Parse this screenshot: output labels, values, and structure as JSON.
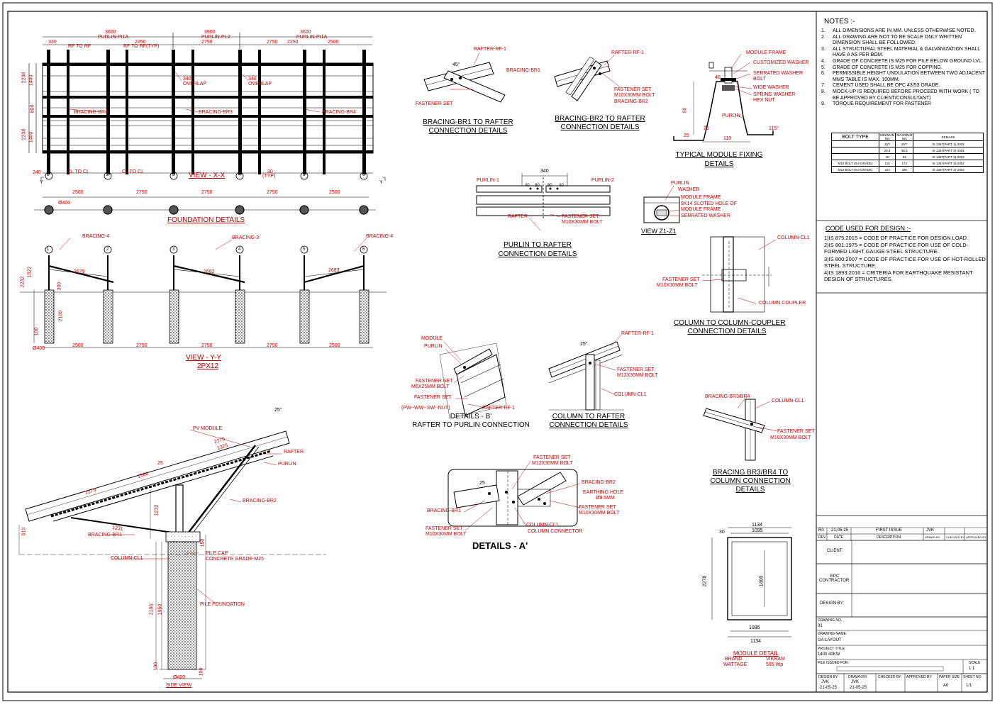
{
  "drawing": {
    "view_xx": {
      "title": "VIEW - X-X",
      "top_dims": [
        "3600",
        "3900",
        "3600"
      ],
      "top_labels": [
        "PURLIN-PI1A",
        "PURLIN-PI-2",
        "PURLIN-PI1A"
      ],
      "sub_dims": [
        "320",
        "2250",
        "2750",
        "2750",
        "2250",
        "2500"
      ],
      "sub_labels": [
        "RF TO RF",
        "RF TO RF(TYP)"
      ],
      "overlap": [
        "340",
        "OVERLAP",
        "340",
        "OVERLAP"
      ],
      "bracing": [
        "BRACING-BR4",
        "BRACING-BR3",
        "BRACING-BR4"
      ],
      "left_dims": [
        "2238",
        "1400",
        "800",
        "2238",
        "1400"
      ],
      "bottom": [
        "CL TO CL",
        "CL TO CL",
        "30",
        "(TYP)",
        "240"
      ],
      "grid": [
        "1",
        "2",
        "3",
        "4",
        "5",
        "6"
      ],
      "y_marker": "Y"
    },
    "foundation": {
      "title": "FOUNDATION DETAILS",
      "dims": [
        "2500",
        "2750",
        "2750",
        "2750",
        "2500"
      ],
      "dia": "Ø400"
    },
    "view_yy": {
      "title": "VIEW - Y-Y",
      "subtitle": "2PX12",
      "bracing": [
        "BRACING-4",
        "BRACING-3",
        "BRACING-4"
      ],
      "lengths": [
        "2679",
        "2682",
        "2683"
      ],
      "dims": [
        "2500",
        "2750",
        "2750",
        "2750",
        "2500"
      ],
      "left_dims": [
        "2232",
        "1522",
        "300",
        "2100",
        "100"
      ],
      "dia": "Ø400",
      "grid": [
        "1",
        "2",
        "3",
        "4",
        "5",
        "6"
      ]
    },
    "side_view": {
      "title": "SIDE VIEW",
      "labels": [
        "PV MODULE",
        "RAFTER",
        "PURLIN",
        "BRACING-BR2",
        "BRACING-BR1",
        "COLUMN-CL1",
        "PILE CAP",
        "CONCRETE GRADE-M25",
        "PILE FOUNDATION"
      ],
      "dims": [
        "2275",
        "1325",
        "1560",
        "1232",
        "1231",
        "2100",
        "1950",
        "Ø400",
        "513",
        "2275",
        "100",
        "100",
        "150",
        "25"
      ],
      "angle": "25°"
    },
    "br1_detail": {
      "title": [
        "BRACING-BR1 TO RAFTER",
        "CONNECTION DETAILS"
      ],
      "labels": [
        "RAFTER-RF-1",
        "BRACING-BR1",
        "FASTENER SET"
      ],
      "angle": "45°"
    },
    "br2_detail": {
      "title": [
        "BRACING-BR2 TO RAFTER",
        "CONNECTION DETAILS"
      ],
      "labels": [
        "RAFTER-RF-1",
        "FASTENER SET",
        "M10X30MM BOLT",
        "BRACING-BR2"
      ]
    },
    "module_fixing": {
      "title": [
        "TYPICAL MODULE FIXING",
        "DETAILS"
      ],
      "labels": [
        "MODULE FRAME",
        "CUSTOMIZED WASHER",
        "SERRATED WASHER",
        "BOLT",
        "WIDE WASHER",
        "SPRING WASHER",
        "HEX NUT",
        "PURLIN"
      ],
      "dims": [
        "40",
        "90",
        "110",
        "25",
        "115°",
        "25"
      ]
    },
    "purlin_rafter": {
      "title": [
        "PURLIN TO RAFTER",
        "CONNECTION DETAILS"
      ],
      "labels": [
        "PURLIN-1",
        "PURLIN-2",
        "RAFTER",
        "FASTENER SET",
        "M10X30MM BOLT"
      ],
      "dims": [
        "340",
        "40",
        "80",
        "80",
        "40"
      ]
    },
    "view_z1": {
      "title": "VIEW Z1-Z1",
      "labels": [
        "PURLIN",
        "WASHER",
        "MODULE FRAME",
        "9X14 SLOTED HOLE OF",
        "MODULE FRAME",
        "SERRATED WASHER"
      ]
    },
    "col_coupler": {
      "title": [
        "COLUMN TO COLUMN-COUPLER",
        "CONNECTION DETAILS"
      ],
      "labels": [
        "COLUMN-CL1",
        "FASTENER SET",
        "M10X30MM BOLT",
        "COLUMN COUPLER"
      ]
    },
    "detail_b": {
      "title": [
        "DETAILS - B'",
        "RAFTER TO PURLIN CONNECTION"
      ],
      "labels": [
        "MODULE",
        "PURLIN",
        "FASTENER SET",
        "M6X25MM BOLT",
        "FASTENER SET",
        "(PW--WW--SW--NUT)",
        "RAFTER-RF-1"
      ]
    },
    "col_rafter": {
      "title": [
        "COLUMN TO RAFTER",
        "CONNECTION DETAILS"
      ],
      "labels": [
        "RAFTER-RF-1",
        "FASTENER SET",
        "M12X30MM BOLT",
        "COLUMN-CL1"
      ],
      "angle": "25°"
    },
    "br34_detail": {
      "title": [
        "BRACING BR3/BR4 TO",
        "COLUMN CONNECTION",
        "DETAILS"
      ],
      "labels": [
        "BRACING-BR3/BR4",
        "COLUMN-CL1",
        "FASTENER SET",
        "M10X30MM BOLT"
      ]
    },
    "detail_a": {
      "title": "DETAILS - A'",
      "labels": [
        "FASTENER SET",
        "M12X30MM BOLT",
        "BRACING-BR2",
        "EARTHING HOLE",
        "Ø9.5MM",
        "FASTENER SET",
        "M10X30MM BOLT",
        "BRACING-BR1",
        "FASTENER SET",
        "M10X30MM BOLT",
        "COLUMN-CL1",
        "COLUMN CONNECTOR"
      ],
      "dims": [
        "25"
      ]
    },
    "module_detail": {
      "title": "MODULE DETAIL",
      "dims": [
        "1134",
        "1095",
        "30",
        "2278",
        "1400",
        "1095",
        "1134"
      ],
      "brand_label": "BRAND",
      "brand_value": "VIKRAM",
      "wattage_label": "WATTAGE",
      "wattage_value": "595 Wp"
    }
  },
  "notes": {
    "heading": "NOTES :-",
    "items": [
      {
        "n": "1.",
        "text": "ALL DIMENSIONS ARE IN MM. UNLESS OTHERWISE NOTED."
      },
      {
        "n": "2.",
        "text": "ALL DRAWING ARE NOT TO BE SCALE ONLY WRITTEN DIMENSION SHALL BE FOLLOWED."
      },
      {
        "n": "3.",
        "text": "ALL STRUCTURAL STEEL MATERIAL & GALVANIZATION SHALL HAVE A AS PER BOM."
      },
      {
        "n": "4.",
        "text": "GRADE OF CONCRETE IS M25 FOR PILE BELOW GROUND LVL."
      },
      {
        "n": "5.",
        "text": "GRADE OF CONCRETE IS M25 FOR COPPING."
      },
      {
        "n": "6.",
        "text": "PERMISSIBLE HEIGHT UNDULATION BETWEEN TWO ADJACENT MMS TABLE IS MAX. 100MM."
      },
      {
        "n": "7.",
        "text": "CEMENT USED SHALL BE OPC 43/53 GRADE."
      },
      {
        "n": "8.",
        "text": "MOCK-UP IS REQUIRED BEFORE PROCEED WITH WORK ( TO BE APPROVED BY CLIENT/CONSULTANT)"
      },
      {
        "n": "9.",
        "text": "TORQUE REQUIREMENT FOR FASTENER"
      }
    ]
  },
  "bolt_table": {
    "headers": [
      "BOLT TYPE",
      "MINIMUM Nm",
      "MAXIMUM Nm",
      "REMARK"
    ],
    "rows": [
      [
        "",
        "10**",
        "20**",
        "IS 1367(PART 1)-2002"
      ],
      [
        "",
        "25.4",
        "38.5",
        "IS 1367(PART 3)-2002"
      ],
      [
        "",
        "46",
        "69",
        "IS 1367(PART 3)-2002"
      ],
      [
        "M10 BOLT (8.8 GRADE)",
        "115",
        "173",
        "IS 1367(PART 3)-2002"
      ],
      [
        "M12 BOLT (8.8 GRADE)",
        "224",
        "336",
        "IS 1367(PART 3)-2002"
      ]
    ]
  },
  "code": {
    "heading": "CODE USED FOR DESIGN   :-",
    "items": [
      "1)IS 875:2015 = CODE OF PRACTICE FOR  DESIGN LOAD.",
      "2)IS 801:1975 = CODE OF PRACTICE FOR  USE OF COLD-FORMED LIGHT GAUGE STEEL STRUCTURE.",
      "3)IS 800:2007 = CODE OF PRACTICE FOR USE OF HOT-ROLLED STEEL STRUCTURE.",
      "4)IS 1893:2016 = CRITERIA FOR EARTHQUAKE RESISTANT DESIGN OF STRUCTURES."
    ]
  },
  "title_block": {
    "rev_row": [
      "R0",
      "21-05-25",
      "FIRST ISSUE",
      "JVK"
    ],
    "rev_headers": [
      "REV",
      "DATE",
      "DESCRIPTION",
      "DRAWN BY",
      "CHECKED BY",
      "APPROVED BY"
    ],
    "client_label": "CLIENT:",
    "epc_label": "EPC CONTRACTOR:",
    "design_label": "DESIGN BY:",
    "drawing_no_label": "DRAWING NO.",
    "drawing_no": "01",
    "drawing_name_label": "DRAWING NAME:",
    "drawing_name": "GA LAYOUT",
    "project_label": "PROJECT TITLE:",
    "project": "1400.40KW",
    "issued_label": "FILE ISSUED FOR:",
    "scale_label": "SCALE",
    "scale": "1:1",
    "bottom_headers": [
      "DESIGN BY",
      "DRAWN BY",
      "CHECKED BY",
      "APPROVED BY",
      "PAPER SIZE",
      "SHEET NO."
    ],
    "bottom_values": [
      "JVK",
      "JVK",
      "",
      "",
      "A0",
      "1/1"
    ],
    "bottom_dates": [
      "21-05-25",
      "21-05-25"
    ]
  }
}
